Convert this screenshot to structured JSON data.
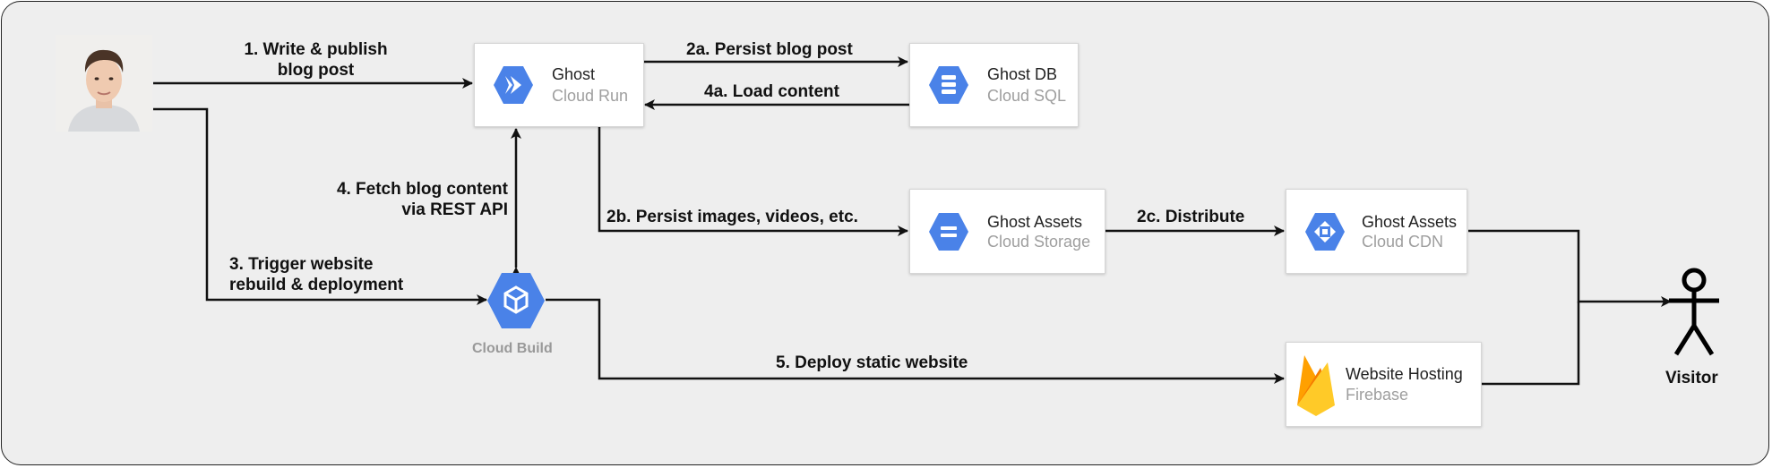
{
  "nodes": {
    "ghost": {
      "title": "Ghost",
      "subtitle": "Cloud Run",
      "icon": "cloud-run-icon"
    },
    "ghost_db": {
      "title": "Ghost DB",
      "subtitle": "Cloud SQL",
      "icon": "cloud-sql-icon"
    },
    "ghost_assets_storage": {
      "title": "Ghost Assets",
      "subtitle": "Cloud Storage",
      "icon": "cloud-storage-icon"
    },
    "ghost_assets_cdn": {
      "title": "Ghost Assets",
      "subtitle": "Cloud CDN",
      "icon": "cloud-cdn-icon"
    },
    "website_hosting": {
      "title": "Website Hosting",
      "subtitle": "Firebase",
      "icon": "firebase-icon"
    },
    "cloud_build": {
      "label": "Cloud Build",
      "icon": "cloud-build-icon"
    },
    "visitor": {
      "label": "Visitor",
      "icon": "stick-figure-icon"
    },
    "author": {
      "icon": "author-photo"
    }
  },
  "edges": {
    "e1": {
      "line1": "1. Write & publish",
      "line2": "blog post"
    },
    "e2a": {
      "label": "2a. Persist blog post"
    },
    "e4a": {
      "label": "4a. Load content"
    },
    "e2b": {
      "label": "2b. Persist images, videos, etc."
    },
    "e2c": {
      "label": "2c. Distribute"
    },
    "e4": {
      "line1": "4. Fetch blog content",
      "line2": "via REST API"
    },
    "e3": {
      "line1": "3. Trigger website",
      "line2": "rebuild & deployment"
    },
    "e5": {
      "label": "5. Deploy static website"
    }
  },
  "colors": {
    "background": "#eeeeee",
    "gcp_blue": "#4a82e8",
    "firebase_yellow": "#ffca28",
    "firebase_orange": "#f57c00",
    "arrow": "#111111"
  }
}
